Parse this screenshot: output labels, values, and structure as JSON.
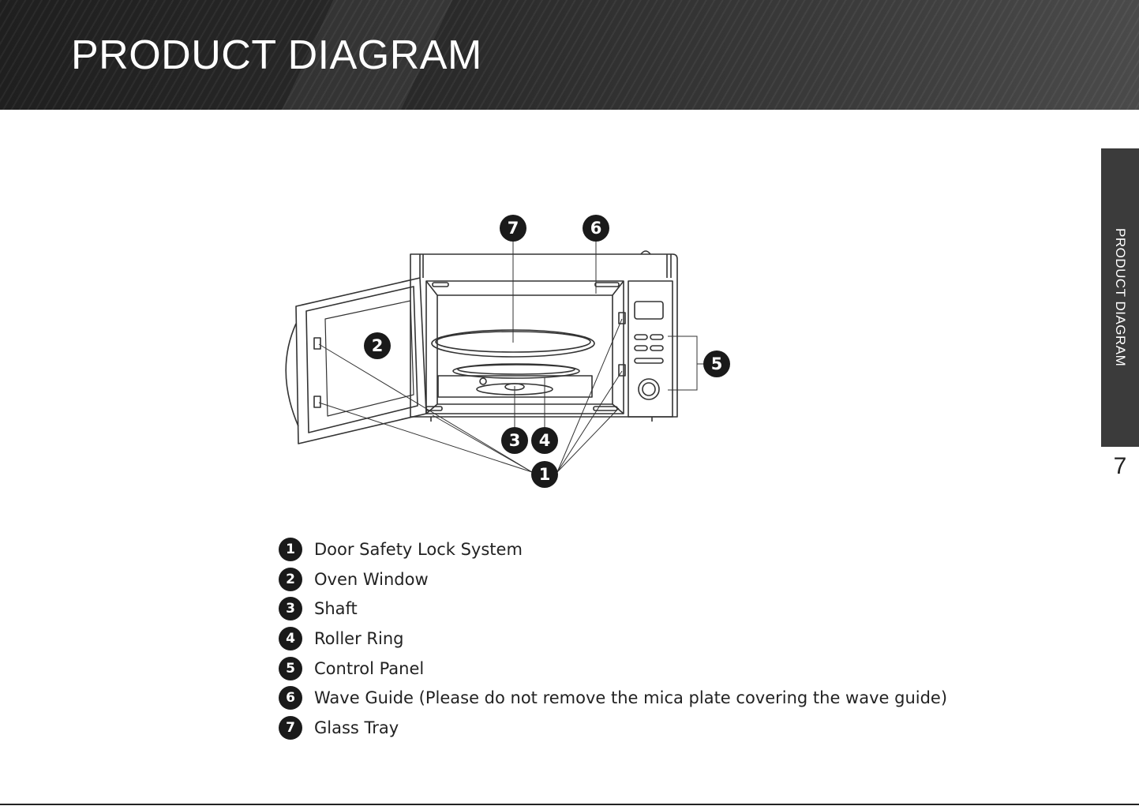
{
  "header": {
    "title": "PRODUCT DIAGRAM"
  },
  "side_tab": {
    "label": "PRODUCT DIAGRAM"
  },
  "page_number": "7",
  "callouts": [
    "1",
    "2",
    "3",
    "4",
    "5",
    "6",
    "7"
  ],
  "legend": [
    {
      "number": "1",
      "label": "Door Safety Lock System"
    },
    {
      "number": "2",
      "label": "Oven Window"
    },
    {
      "number": "3",
      "label": "Shaft"
    },
    {
      "number": "4",
      "label": "Roller Ring"
    },
    {
      "number": "5",
      "label": "Control Panel"
    },
    {
      "number": "6",
      "label": "Wave Guide (Please do not remove the mica plate covering the wave guide)"
    },
    {
      "number": "7",
      "label": "Glass Tray"
    }
  ],
  "colors": {
    "header_bg": "#2a2a2a",
    "tab_bg": "#3b3b3b",
    "badge": "#1a1a1a",
    "line_art": "#333333"
  }
}
